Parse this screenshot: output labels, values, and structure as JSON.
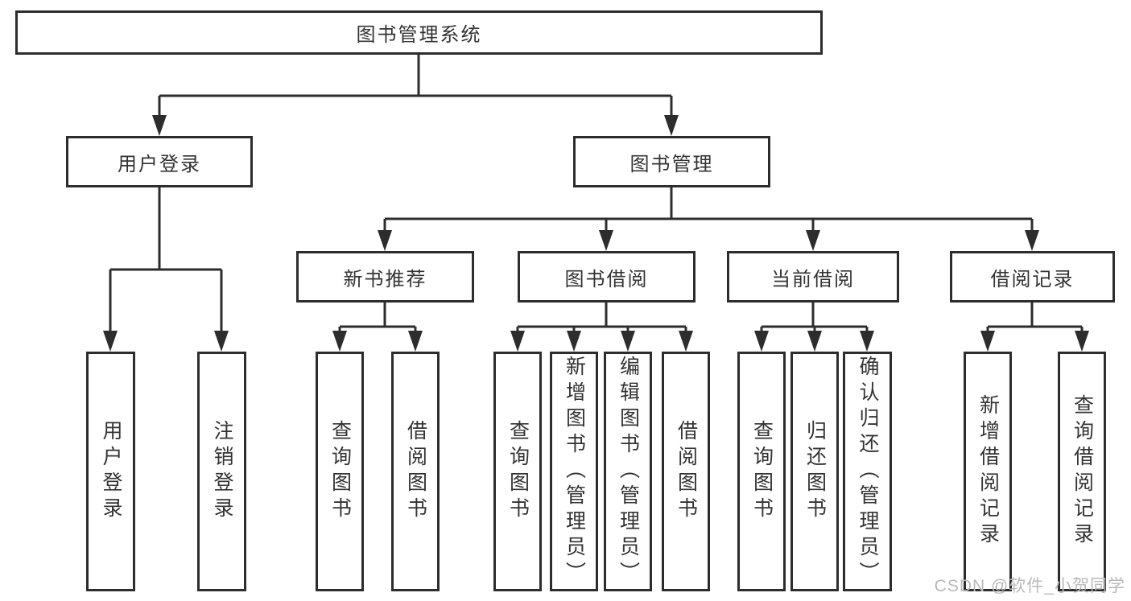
{
  "tree": {
    "root": {
      "label": "图书管理系统",
      "children": [
        {
          "label": "用户登录",
          "children": [
            {
              "label": "用户登录"
            },
            {
              "label": "注销登录"
            }
          ]
        },
        {
          "label": "图书管理",
          "children": [
            {
              "label": "新书推荐",
              "children": [
                {
                  "label": "查询图书"
                },
                {
                  "label": "借阅图书"
                }
              ]
            },
            {
              "label": "图书借阅",
              "children": [
                {
                  "label": "查询图书"
                },
                {
                  "label": "新增图书（管理员）"
                },
                {
                  "label": "编辑图书（管理员）"
                },
                {
                  "label": "借阅图书"
                }
              ]
            },
            {
              "label": "当前借阅",
              "children": [
                {
                  "label": "查询图书"
                },
                {
                  "label": "归还图书"
                },
                {
                  "label": "确认归还（管理员）"
                }
              ]
            },
            {
              "label": "借阅记录",
              "children": [
                {
                  "label": "新增借阅记录"
                },
                {
                  "label": "查询借阅记录"
                }
              ]
            }
          ]
        }
      ]
    }
  },
  "watermark": {
    "text": "CSDN @软件_小贺同学"
  },
  "colors": {
    "line": "#2d2d2d",
    "box_border": "#2d2d2d",
    "text": "#333333",
    "background": "#ffffff",
    "watermark": "#b9b9b9"
  }
}
